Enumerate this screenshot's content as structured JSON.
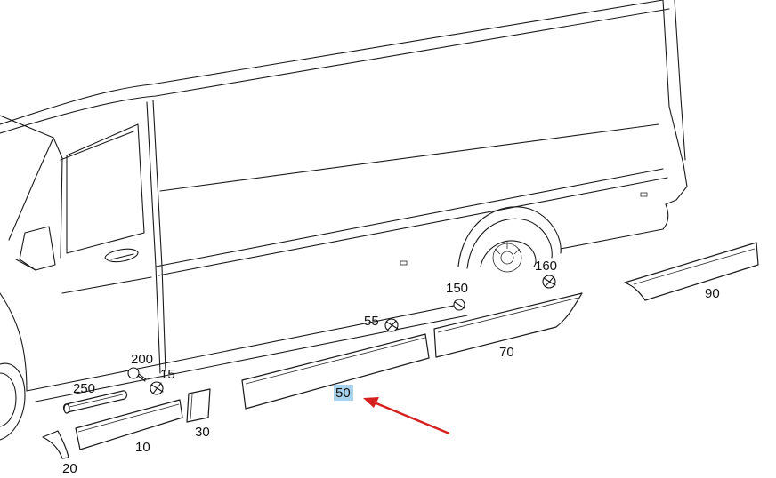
{
  "labels": {
    "p10": "10",
    "p15": "15",
    "p20": "20",
    "p30": "30",
    "p50": "50",
    "p55": "55",
    "p70": "70",
    "p90": "90",
    "p150": "150",
    "p160": "160",
    "p200": "200",
    "p250": "250"
  },
  "selected_part": "50",
  "colors": {
    "highlight": "#a9d2ee",
    "arrow": "#d62020",
    "line": "#1a1a1a"
  }
}
